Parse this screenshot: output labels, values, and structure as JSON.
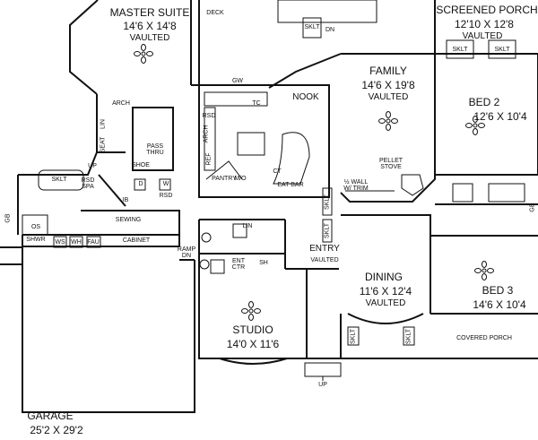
{
  "rooms": {
    "master_suite": {
      "name": "MASTER SUITE",
      "dims": "14'6 X 14'8",
      "note": "VAULTED"
    },
    "screened_porch": {
      "name": "SCREENED PORCH",
      "dims": "12'10 X 12'8",
      "note": "VAULTED"
    },
    "family": {
      "name": "FAMILY",
      "dims": "14'6 X 19'8",
      "note": "VAULTED"
    },
    "bed2": {
      "name": "BED 2",
      "dims": "12'6 X 10'4"
    },
    "bed3": {
      "name": "BED 3",
      "dims": "14'6 X 10'4"
    },
    "dining": {
      "name": "DINING",
      "dims": "11'6 X 12'4",
      "note": "VAULTED"
    },
    "studio": {
      "name": "STUDIO",
      "dims": "14'0 X 11'6"
    },
    "garage": {
      "name": "GARAGE",
      "dims": "25'2 X 29'2"
    },
    "entry": {
      "name": "ENTRY",
      "note": "VAULTED"
    }
  },
  "labels": {
    "deck": "DECK",
    "dn": "DN",
    "sklt": "SKLT",
    "gw": "GW",
    "nook": "NOOK",
    "arch": "ARCH",
    "lin": "LIN",
    "seat": "SEAT",
    "rsd": "RSD",
    "ref": "REF",
    "pantry": "PANTRY",
    "mo": "M/O",
    "ct": "CT",
    "eat_bar": "EAT BAR",
    "pellet_stove": "PELLET\nSTOVE",
    "half_wall": "½ WALL\nW/ TRIM",
    "pass_thru": "PASS\nTHRU",
    "shoe": "SHOE",
    "d": "D",
    "w": "W",
    "ib": "IB",
    "up": "UP",
    "rsd_spa": "RSD\nSPA",
    "sewing": "SEWING",
    "gb": "GB",
    "cabinet": "CABINET",
    "os": "OS",
    "shwr": "SHWR",
    "ws": "WS",
    "wh": "WH",
    "fau": "FAU",
    "ramp_dn": "RAMP\nDN",
    "ent_ctr": "ENT\nCTR",
    "sh": "SH",
    "covered_porch": "COVERED PORCH",
    "tc": "TC"
  }
}
